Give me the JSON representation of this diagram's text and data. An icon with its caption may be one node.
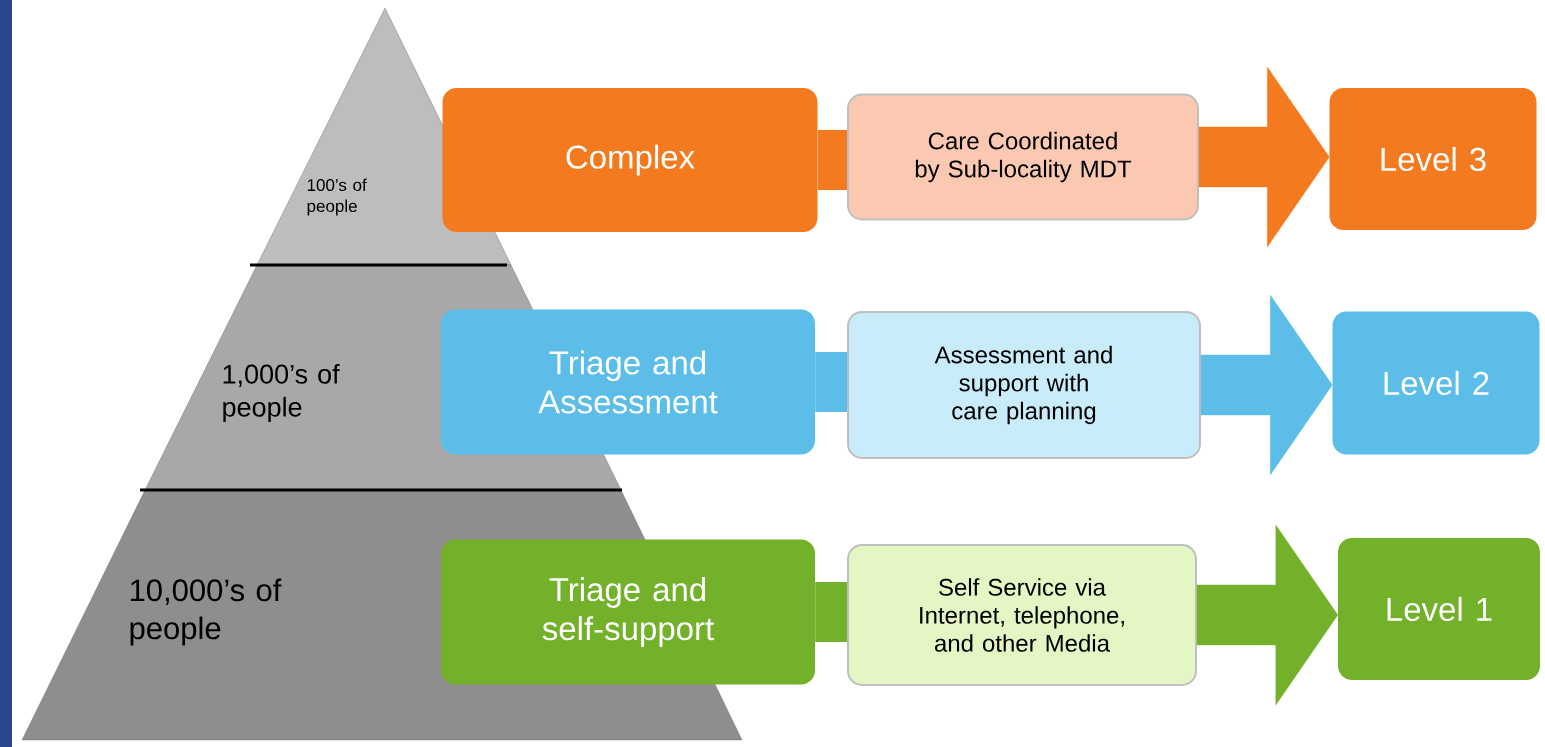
{
  "diagram": {
    "nodes": [
      {
        "text": [
          "100’s of people"
        ]
      },
      {
        "text": [
          "Complex"
        ]
      },
      {
        "text": [
          "Care Coordinated by Sub-locality MDT"
        ]
      },
      {
        "text": [
          "Level 3"
        ]
      },
      {
        "text": [
          "1,000’s of people"
        ]
      },
      {
        "text": [
          "Triage and Assessment"
        ]
      },
      {
        "text": [
          "Assessment and support with care planning"
        ]
      },
      {
        "text": [
          "Level 2"
        ]
      },
      {
        "text": [
          "10,000’s of people"
        ]
      },
      {
        "text": [
          "Triage and self-support"
        ]
      },
      {
        "text": [
          "Self Service via Internet, telephone, and other Media"
        ]
      },
      {
        "text": [
          "Level 1"
        ]
      }
    ],
    "edges": [
      {
        "from": 1,
        "to": 2,
        "arrow": "none",
        "color": "#f47a20"
      },
      {
        "from": 2,
        "to": 3,
        "arrow": "to",
        "color": "#f47a20"
      },
      {
        "from": 5,
        "to": 6,
        "arrow": "none",
        "color": "#5bbde8"
      },
      {
        "from": 6,
        "to": 7,
        "arrow": "to",
        "color": "#5bbde8"
      },
      {
        "from": 9,
        "to": 10,
        "arrow": "none",
        "color": "#73b12a"
      },
      {
        "from": 10,
        "to": 11,
        "arrow": "to",
        "color": "#73b12a"
      }
    ]
  }
}
